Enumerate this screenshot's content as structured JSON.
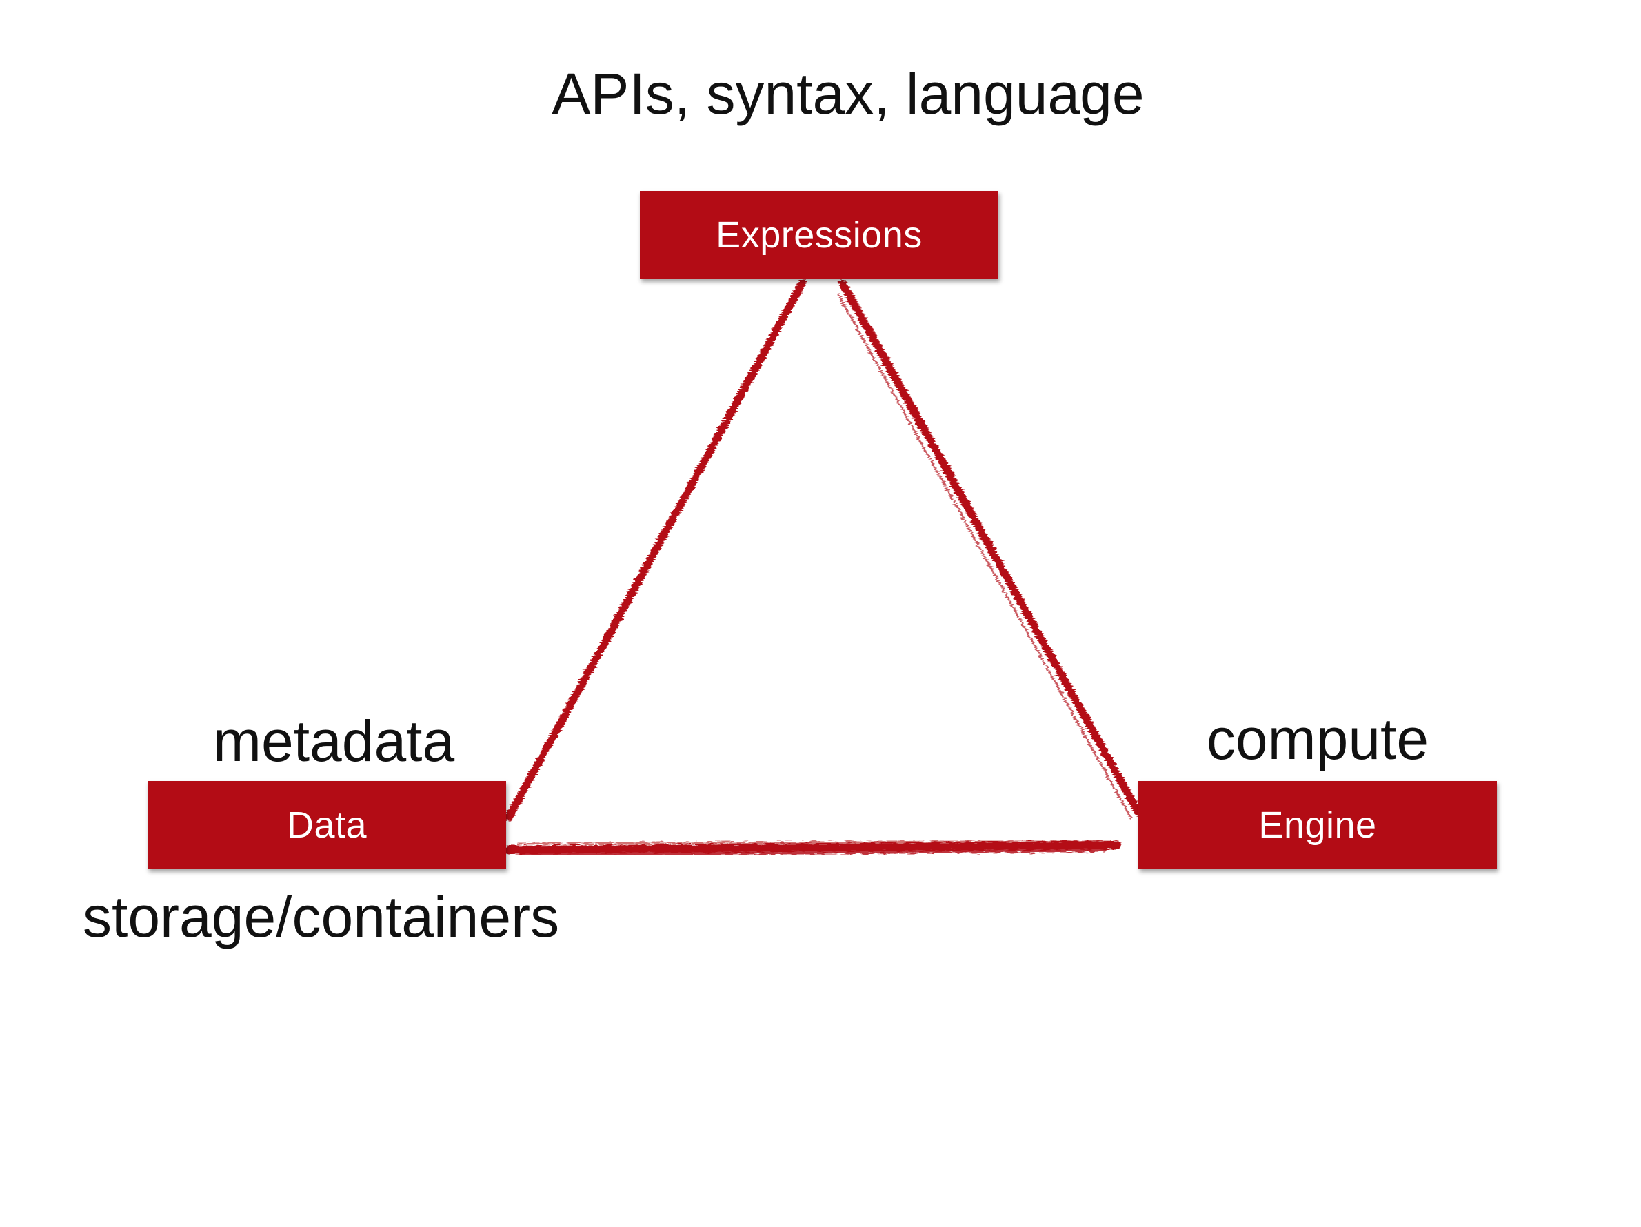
{
  "labels": {
    "top": "APIs, syntax, language",
    "metadata": "metadata",
    "storage": "storage/containers",
    "compute": "compute"
  },
  "nodes": {
    "expressions": "Expressions",
    "data": "Data",
    "engine": "Engine"
  },
  "colors": {
    "accent": "#b30c15",
    "stroke": "#b41019",
    "text": "#111111",
    "node_text": "#ffffff"
  }
}
